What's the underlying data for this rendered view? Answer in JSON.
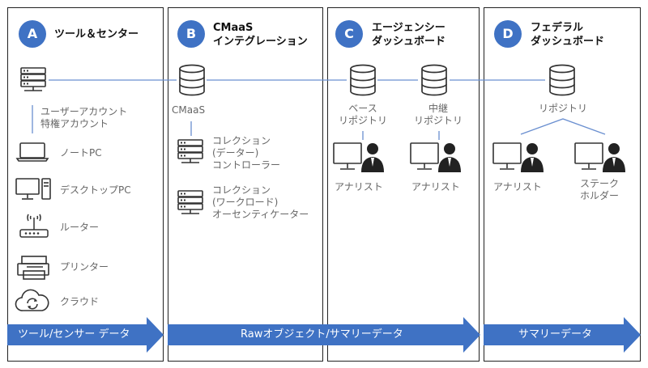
{
  "panels": [
    {
      "badge": "A",
      "title": "ツール＆センター"
    },
    {
      "badge": "B",
      "title": "CMaaS\nインテグレーション"
    },
    {
      "badge": "C",
      "title": "エージェンシー\nダッシュボード"
    },
    {
      "badge": "D",
      "title": "フェデラル\nダッシュボード"
    }
  ],
  "panel_a": {
    "accounts": "ユーザーアカウント\n特権アカウント",
    "devices": [
      "ノートPC",
      "デスクトップPC",
      "ルーター",
      "プリンター",
      "クラウド"
    ]
  },
  "panel_b": {
    "db_label": "CMaaS",
    "collection_controller": "コレクション\n(データー)\nコントローラー",
    "collection_workload": "コレクション\n(ワークロード)\nオーセンティケーター"
  },
  "panel_c": {
    "base_repo": "ベース\nリポジトリ",
    "relay_repo": "中継\nリポジトリ",
    "analyst_1": "アナリスト",
    "analyst_2": "アナリスト"
  },
  "panel_d": {
    "repo": "リポジトリ",
    "analyst": "アナリスト",
    "stakeholder": "ステーク\nホルダー"
  },
  "arrows": {
    "tool_data": "ツール/センサー データ",
    "raw_summary": "Rawオブジェクト/サマリーデータ",
    "summary": "サマリーデータ"
  },
  "colors": {
    "accent": "#3f72c4",
    "line": "#6a8fd0",
    "icon": "#333333"
  }
}
